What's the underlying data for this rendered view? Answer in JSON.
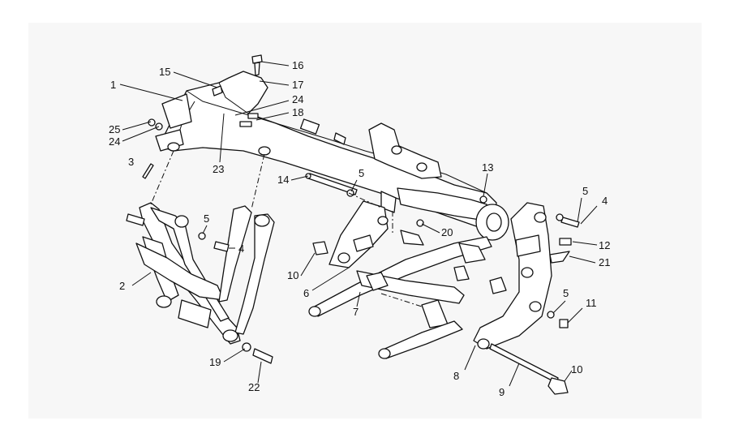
{
  "diagram": {
    "background": "#f7f7f7",
    "line_color": "#111111",
    "callouts": [
      "1",
      "2",
      "3",
      "4",
      "4",
      "5",
      "5",
      "5",
      "5",
      "6",
      "7",
      "8",
      "9",
      "10",
      "10",
      "11",
      "12",
      "13",
      "14",
      "15",
      "16",
      "17",
      "18",
      "19",
      "20",
      "21",
      "22",
      "23",
      "24",
      "24",
      "25"
    ]
  }
}
